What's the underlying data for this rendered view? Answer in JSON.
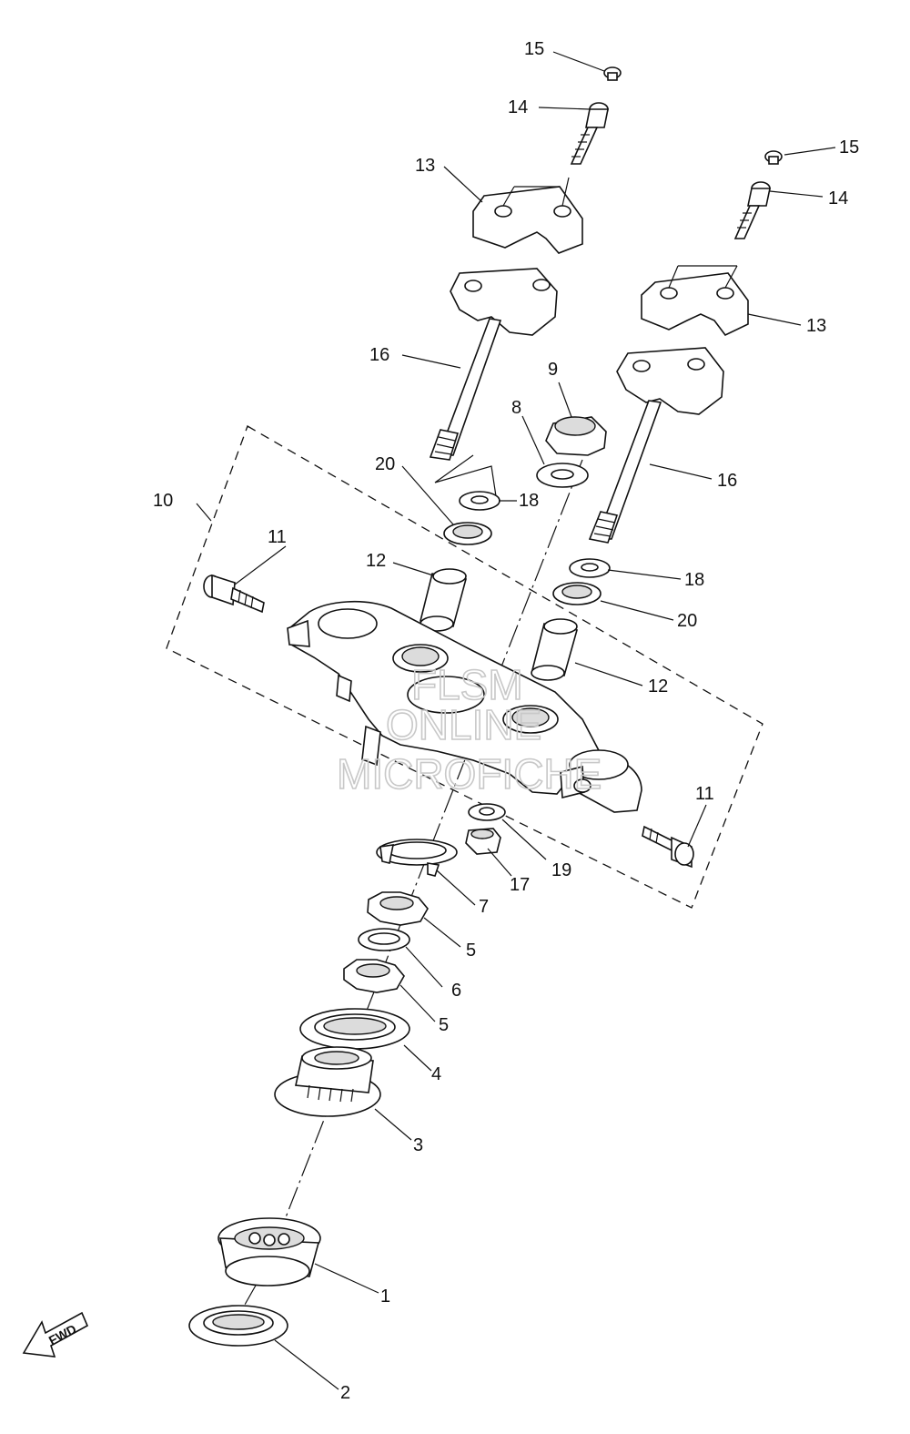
{
  "callouts": {
    "c1": "1",
    "c2": "2",
    "c3": "3",
    "c4": "4",
    "c5a": "5",
    "c5b": "5",
    "c6": "6",
    "c7": "7",
    "c8": "8",
    "c9": "9",
    "c10": "10",
    "c11a": "11",
    "c11b": "11",
    "c12a": "12",
    "c12b": "12",
    "c13a": "13",
    "c13b": "13",
    "c14a": "14",
    "c14b": "14",
    "c15a": "15",
    "c15b": "15",
    "c16a": "16",
    "c16b": "16",
    "c17": "17",
    "c18a": "18",
    "c18b": "18",
    "c19": "19",
    "c20a": "20",
    "c20b": "20"
  },
  "fwd_label": "FWD",
  "watermark": {
    "line1": "FLSM",
    "line2": "ONLINE",
    "line3": "MICROFICHE"
  },
  "colors": {
    "line": "#111111",
    "shade": "#dcdcdc",
    "watermark": "#c8c8c8",
    "background": "#ffffff"
  }
}
